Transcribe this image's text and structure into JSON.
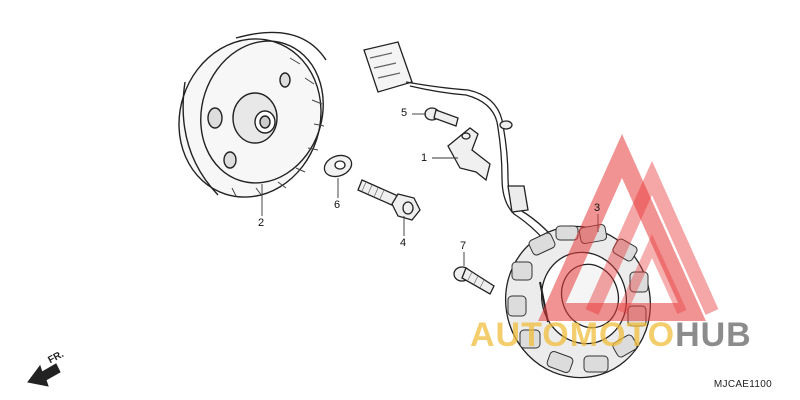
{
  "diagram": {
    "callouts": [
      "1",
      "2",
      "3",
      "4",
      "5",
      "6",
      "7"
    ],
    "code": "MJCAE1100",
    "fr_label": "FR."
  },
  "watermark": {
    "word_a": "AUTOMOTO",
    "word_b": "HUB",
    "color_red": "#e83a3a",
    "color_orange": "#f0be3c",
    "color_gray": "#787878"
  }
}
